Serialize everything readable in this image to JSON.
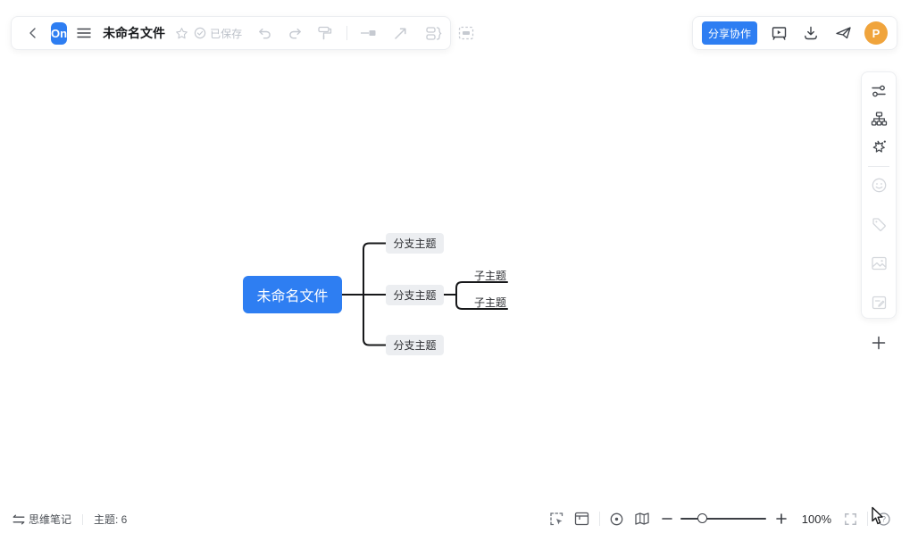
{
  "colors": {
    "accent": "#2e7ef2",
    "avatar_bg": "#f0a43c",
    "branch_fill": "#eceef1",
    "connector_line": "#17181a"
  },
  "header": {
    "logo_text": "On",
    "title": "未命名文件",
    "saved_status": "已保存",
    "left_icons": [
      "back-icon",
      "menu-icon",
      "star-icon",
      "check-circle-icon",
      "undo-icon",
      "redo-icon",
      "format-painter-icon",
      "relation-line-icon",
      "arrow-icon",
      "summary-icon",
      "boundary-icon"
    ],
    "share_button": "分享协作",
    "right_icons": [
      "presentation-icon",
      "download-icon",
      "send-plane-icon"
    ],
    "avatar_initial": "P"
  },
  "sidebar": {
    "icons": [
      "structure-settings-icon",
      "layout-structure-icon",
      "ai-beautify-icon",
      "emoji-icon",
      "tag-icon",
      "image-icon",
      "note-icon",
      "plus-icon"
    ]
  },
  "mindmap": {
    "root": "未命名文件",
    "branches": [
      "分支主题",
      "分支主题",
      "分支主题"
    ],
    "subtopics": [
      "子主题",
      "子主题"
    ]
  },
  "statusbar": {
    "notes_toggle": "思维笔记",
    "topics_count": "主题: 6",
    "zoom_level": "100%",
    "icons": [
      "swap-icon",
      "select-mode-icon",
      "layout-panel-icon",
      "locate-icon",
      "minimap-icon",
      "zoom-out-icon",
      "zoom-in-icon",
      "fullscreen-icon",
      "help-icon"
    ]
  }
}
